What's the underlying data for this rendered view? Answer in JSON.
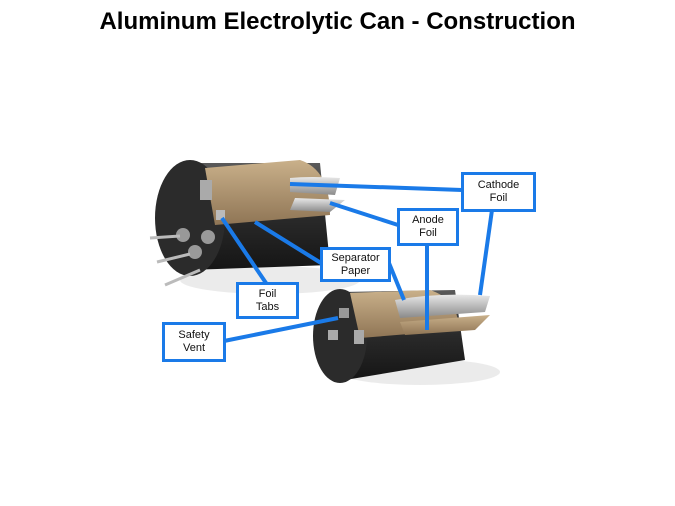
{
  "title": "Aluminum Electrolytic Can - Construction",
  "colors": {
    "callout": "#1a7ae8"
  },
  "labels": {
    "cathode_foil": "Cathode\nFoil",
    "anode_foil": "Anode\nFoil",
    "separator_paper": "Separator\nPaper",
    "foil_tabs": "Foil\nTabs",
    "safety_vent": "Safety\nVent"
  }
}
